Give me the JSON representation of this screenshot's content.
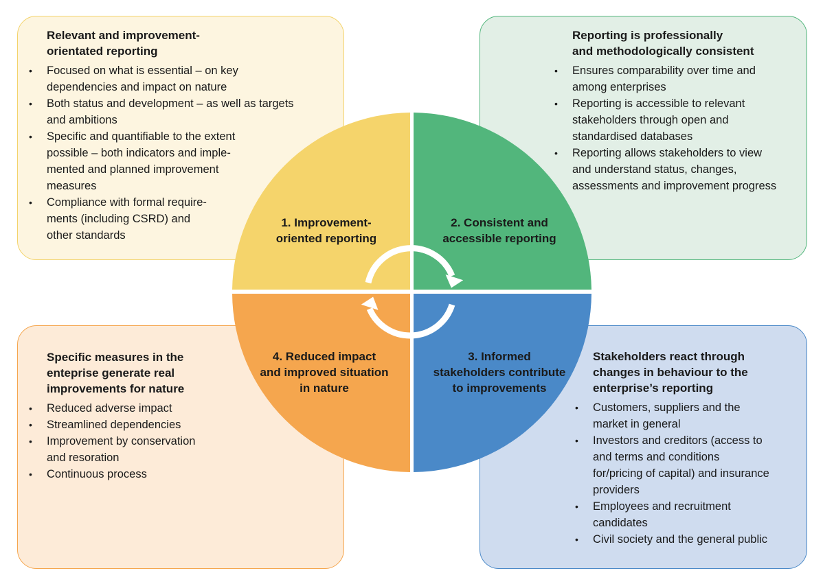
{
  "colors": {
    "q1": "#f5d46b",
    "q2": "#52b67c",
    "q3": "#4a89c8",
    "q4": "#f5a64e",
    "box_tl_bg": "#fdf5e0",
    "box_tr_bg": "#e2efe6",
    "box_bl_bg": "#fdebd8",
    "box_br_bg": "#cfdcef"
  },
  "wheel": {
    "quadrants": [
      {
        "label": "1. Improvement-\noriented reporting"
      },
      {
        "label": "2. Consistent and\naccessible reporting"
      },
      {
        "label": "3. Informed\nstakeholders contribute\nto improvements"
      },
      {
        "label": "4. Reduced impact\nand improved situation\nin nature"
      }
    ],
    "cycle_icon": "circular-arrows-clockwise"
  },
  "boxes": {
    "top_left": {
      "heading": "Relevant and improvement-\norientated reporting",
      "bullets": [
        "Focused on what is essential – on key\ndependencies and impact on nature",
        "Both status and development – as well as targets\nand ambitions",
        "Specific and quantifiable to the extent\npossible – both indicators and imple-\nmented and planned improvement\nmeasures",
        "Compliance with formal require-\nments (including CSRD) and\nother standards"
      ]
    },
    "top_right": {
      "heading": "Reporting is professionally\nand methodologically consistent",
      "bullets": [
        "Ensures comparability over time and\namong enterprises",
        "Reporting is accessible to relevant\nstakeholders through open and\nstandardised databases",
        "Reporting allows stakeholders to view\nand understand status, changes,\nassessments and improvement progress"
      ]
    },
    "bottom_left": {
      "heading": "Specific measures in the\nenteprise generate real\nimprovements for nature",
      "bullets": [
        "Reduced adverse impact",
        "Streamlined dependencies",
        "Improvement by conservation\nand resoration",
        "Continuous process"
      ]
    },
    "bottom_right": {
      "heading": "Stakeholders react through\nchanges in behaviour to the\nenterprise’s reporting",
      "bullets": [
        "Customers, suppliers and the\nmarket in general",
        "Investors and creditors (access to\nand terms and conditions\nfor/pricing of capital) and insurance\nproviders",
        "Employees and recruitment\ncandidates",
        "Civil society and the general public"
      ]
    }
  }
}
